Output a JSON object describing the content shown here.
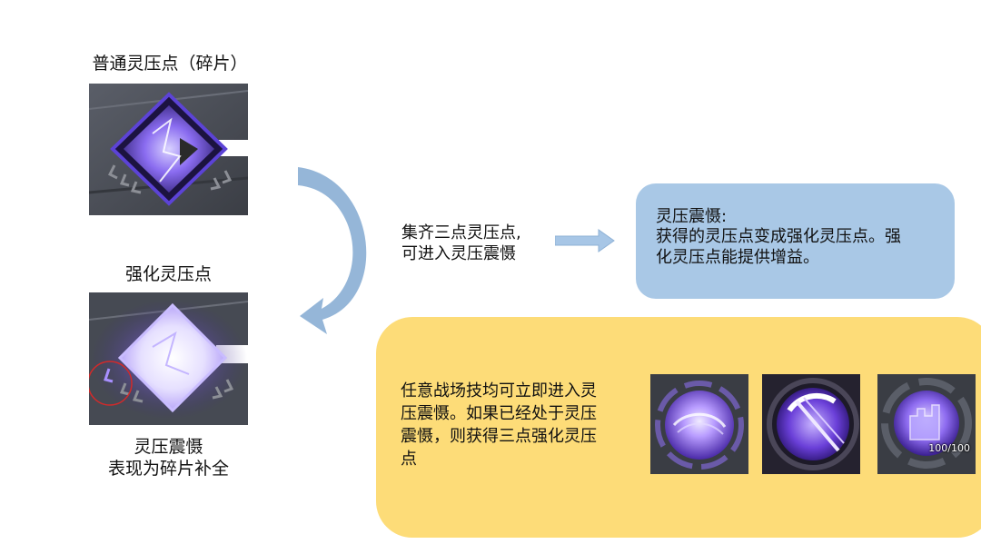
{
  "normal_point": {
    "label": "普通灵压点（碎片）"
  },
  "enhanced_point": {
    "label": "强化灵压点"
  },
  "bottom_caption": {
    "line1": "灵压震慑",
    "line2": "表现为碎片补全"
  },
  "gather_text": {
    "line1": "集齐三点灵压点,",
    "line2": "可进入灵压震慑"
  },
  "blue_panel": {
    "line1": "灵压震慑:",
    "line2": "获得的灵压点变成强化灵压点。强",
    "line3": "化灵压点能提供增益。"
  },
  "yellow_panel": {
    "line1": "任意战场技均可立即进入灵",
    "line2": "压震慑。如果已经处于灵压",
    "line3": "震慑，则获得三点强化灵压",
    "line4": "点"
  },
  "skills": [
    {
      "icon": "purple-orb-skill-icon"
    },
    {
      "icon": "purple-slash-skill-icon"
    },
    {
      "icon": "purple-castle-skill-icon",
      "counter": "100/100"
    }
  ],
  "colors": {
    "blue_panel": "#a9c8e6",
    "yellow_panel": "#fddc78",
    "arrow": "#8fb2d6",
    "purple": "#8a6cf0"
  }
}
